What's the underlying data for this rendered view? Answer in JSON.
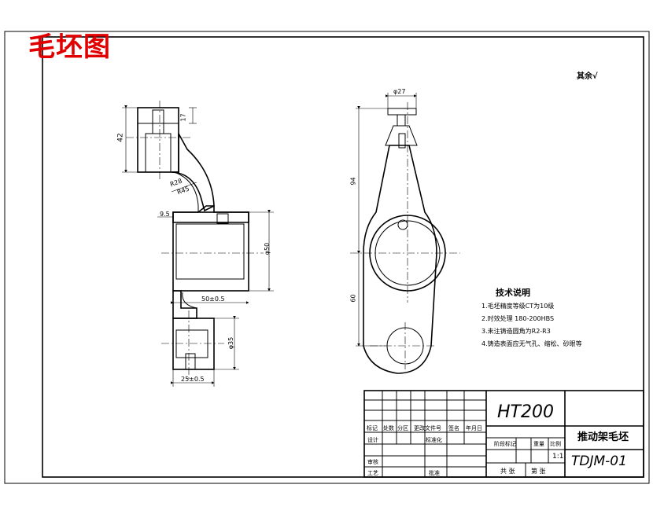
{
  "title": "毛坯图",
  "title_color": "#e00000",
  "roughness_note": "其余√",
  "dims": {
    "d17": "17",
    "d42": "42",
    "r28": "R28",
    "r45": "R45",
    "d95": "9.5",
    "phi50": "φ50",
    "d50": "50±0.5",
    "phi35": "φ35",
    "d25": "25±0.5",
    "phi27": "φ27",
    "d94": "94",
    "d60": "60"
  },
  "tech": {
    "heading": "技术说明",
    "lines": [
      "1.毛坯精度等级CT为10级",
      "2.时效处理 180-200HBS",
      "3.未注铸造圆角为R2-R3",
      "4.铸造表面应无气孔、缩松、砂眼等"
    ]
  },
  "title_block": {
    "material": "HT200",
    "part_name": "推动架毛坯",
    "drawing_no": "TDJM-01",
    "h_mark": "标记",
    "h_count": "处数",
    "h_zone": "分区",
    "h_doc": "更改文件号",
    "h_sign": "签名",
    "h_date": "年月日",
    "design": "设计",
    "standard": "标准化",
    "stage_mark": "阶段标记",
    "weight": "重量",
    "scale_label": "比例",
    "scale": "1:1",
    "review": "审核",
    "process": "工艺",
    "approve": "批准",
    "sheets_total": "共 张",
    "sheet_no": "第 张"
  }
}
